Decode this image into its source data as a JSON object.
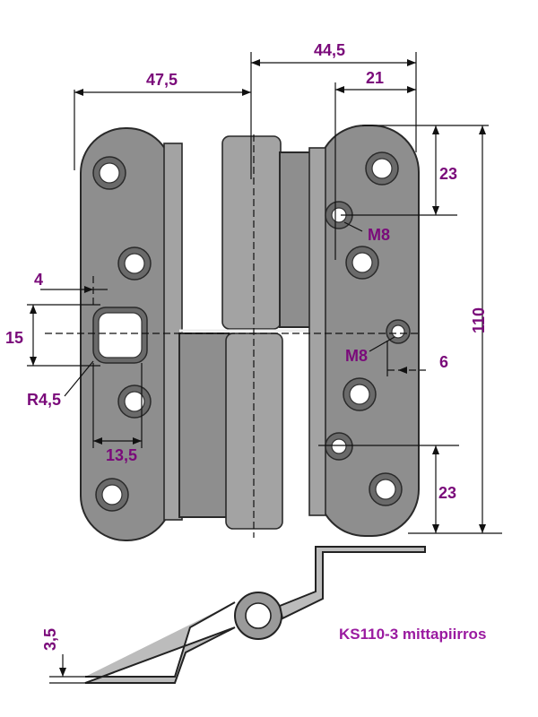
{
  "drawing": {
    "title": "KS110-3 mittapiirros",
    "dimensions": {
      "top_left_width": "47,5",
      "top_right_width": "44,5",
      "right_offset": "21",
      "top_hole_spacing": "23",
      "bottom_hole_spacing": "23",
      "overall_height": "110",
      "slot_inset": "4",
      "slot_height": "15",
      "slot_radius": "R4,5",
      "slot_width": "13,5",
      "thread_upper": "M8",
      "thread_lower": "M8",
      "thread_offset": "6",
      "profile_thickness": "3,5"
    }
  }
}
